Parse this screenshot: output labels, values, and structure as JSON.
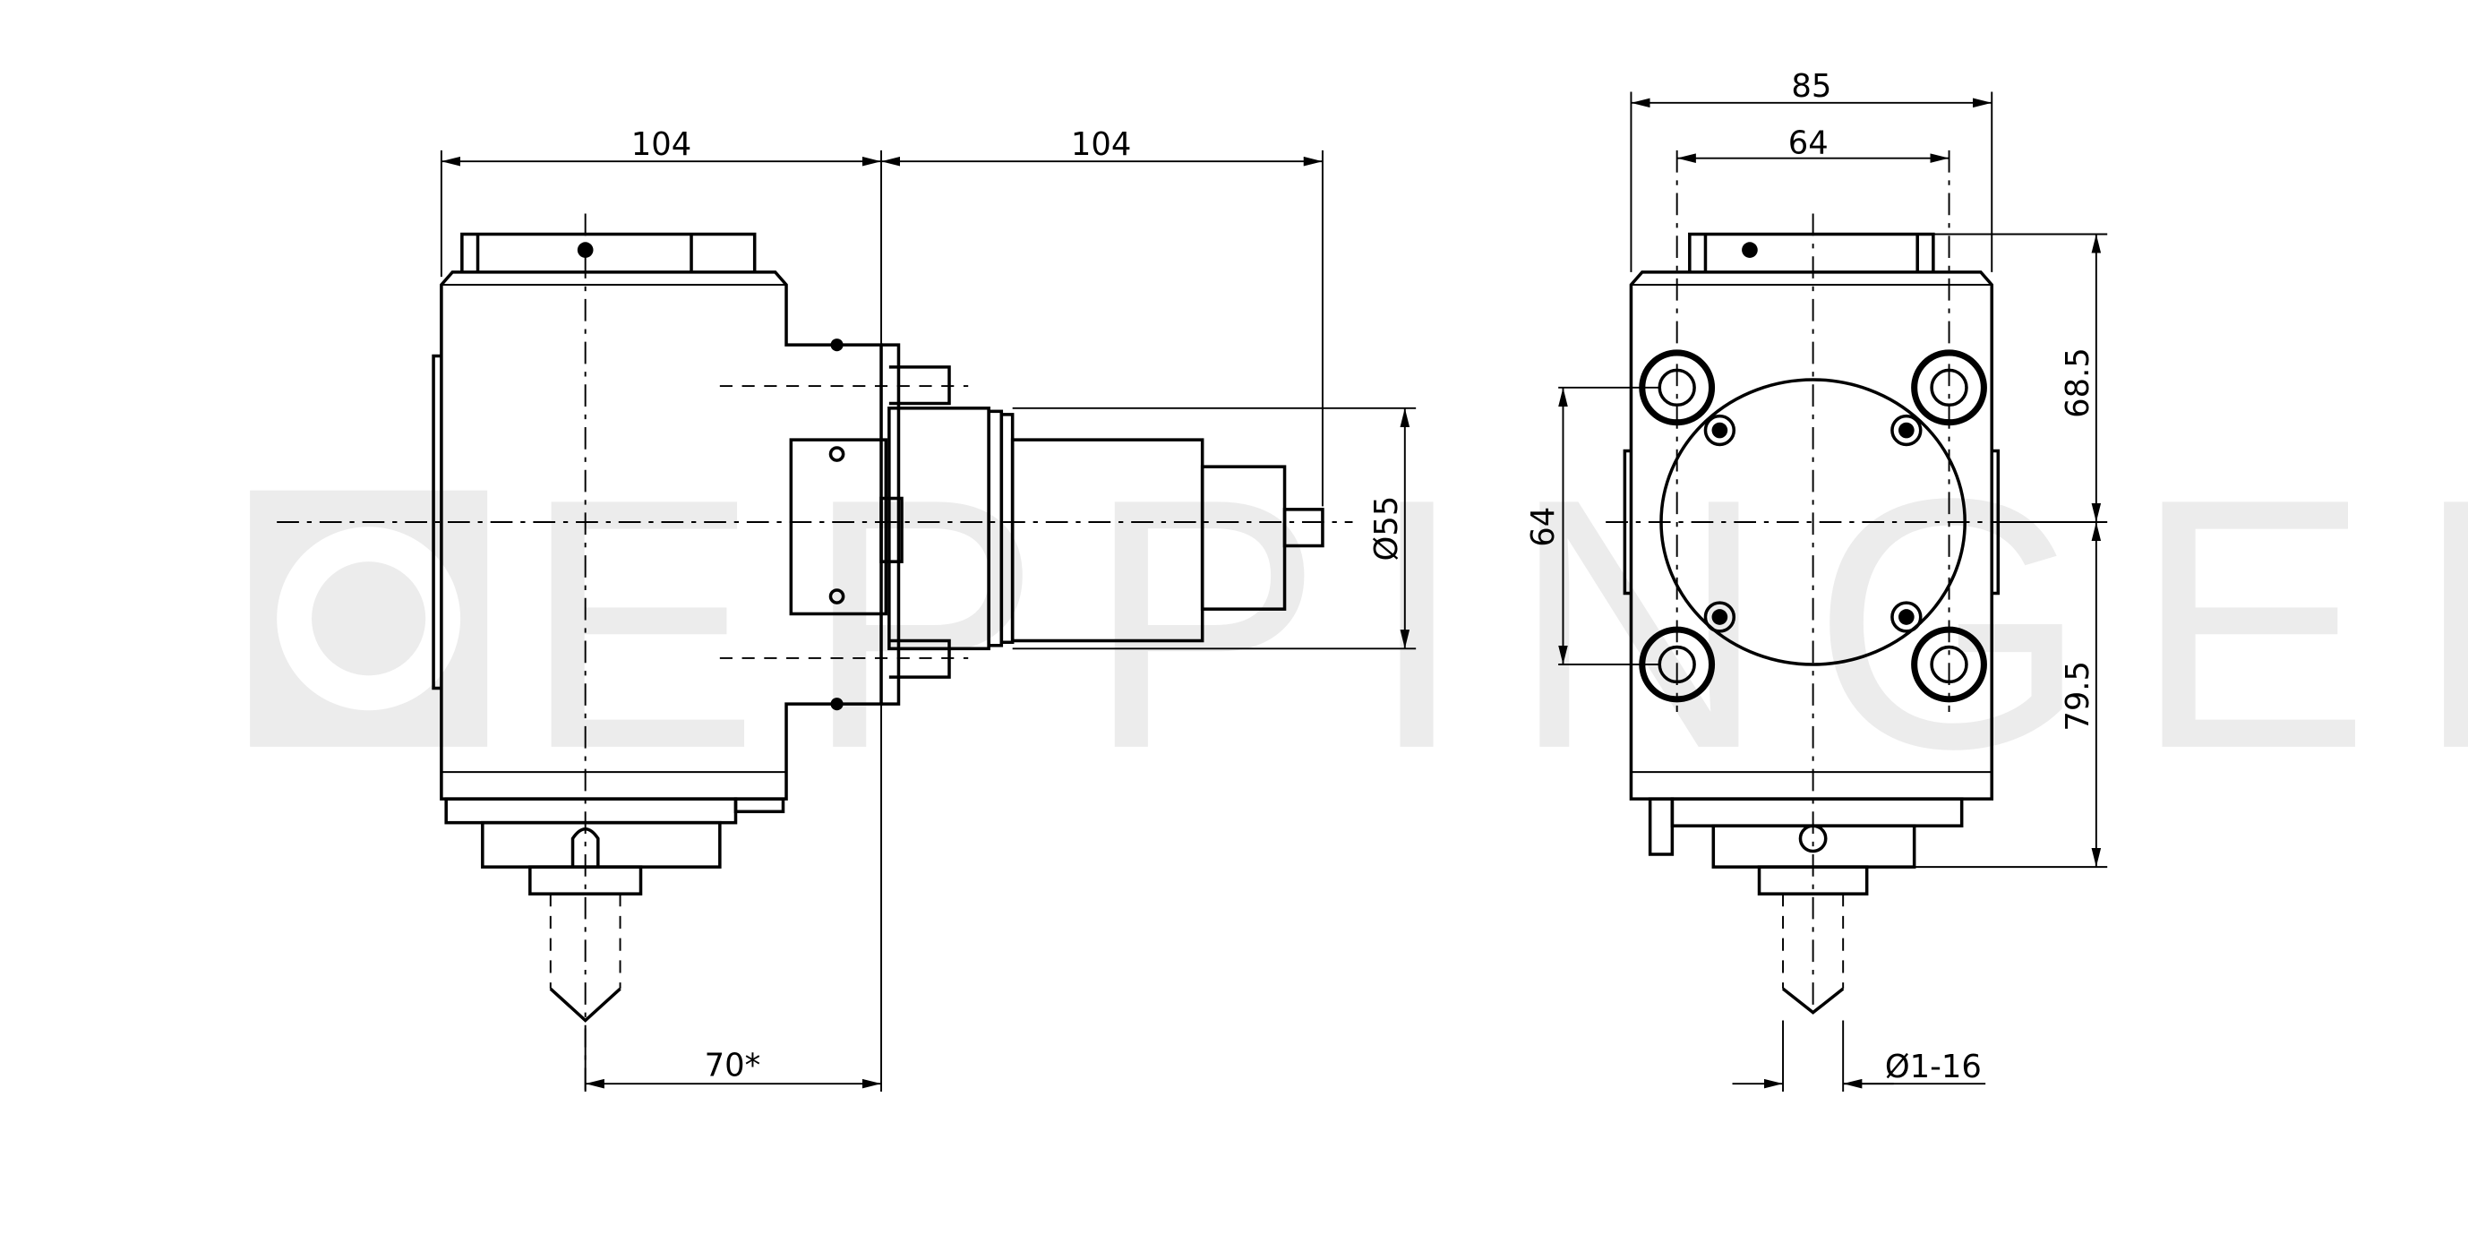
{
  "watermark": {
    "text": "EPPINGER",
    "color": "#ececec"
  },
  "side_view": {
    "dim_width_body": "104",
    "dim_width_spindle": "104",
    "dim_diameter": "Ø55",
    "dim_tool_offset": "70*"
  },
  "front_view": {
    "dim_overall_width": "85",
    "dim_bolt_spacing_h": "64",
    "dim_bolt_spacing_v": "64",
    "dim_upper_height": "68.5",
    "dim_lower_height": "79.5",
    "dim_clamp_range": "Ø1-16"
  }
}
